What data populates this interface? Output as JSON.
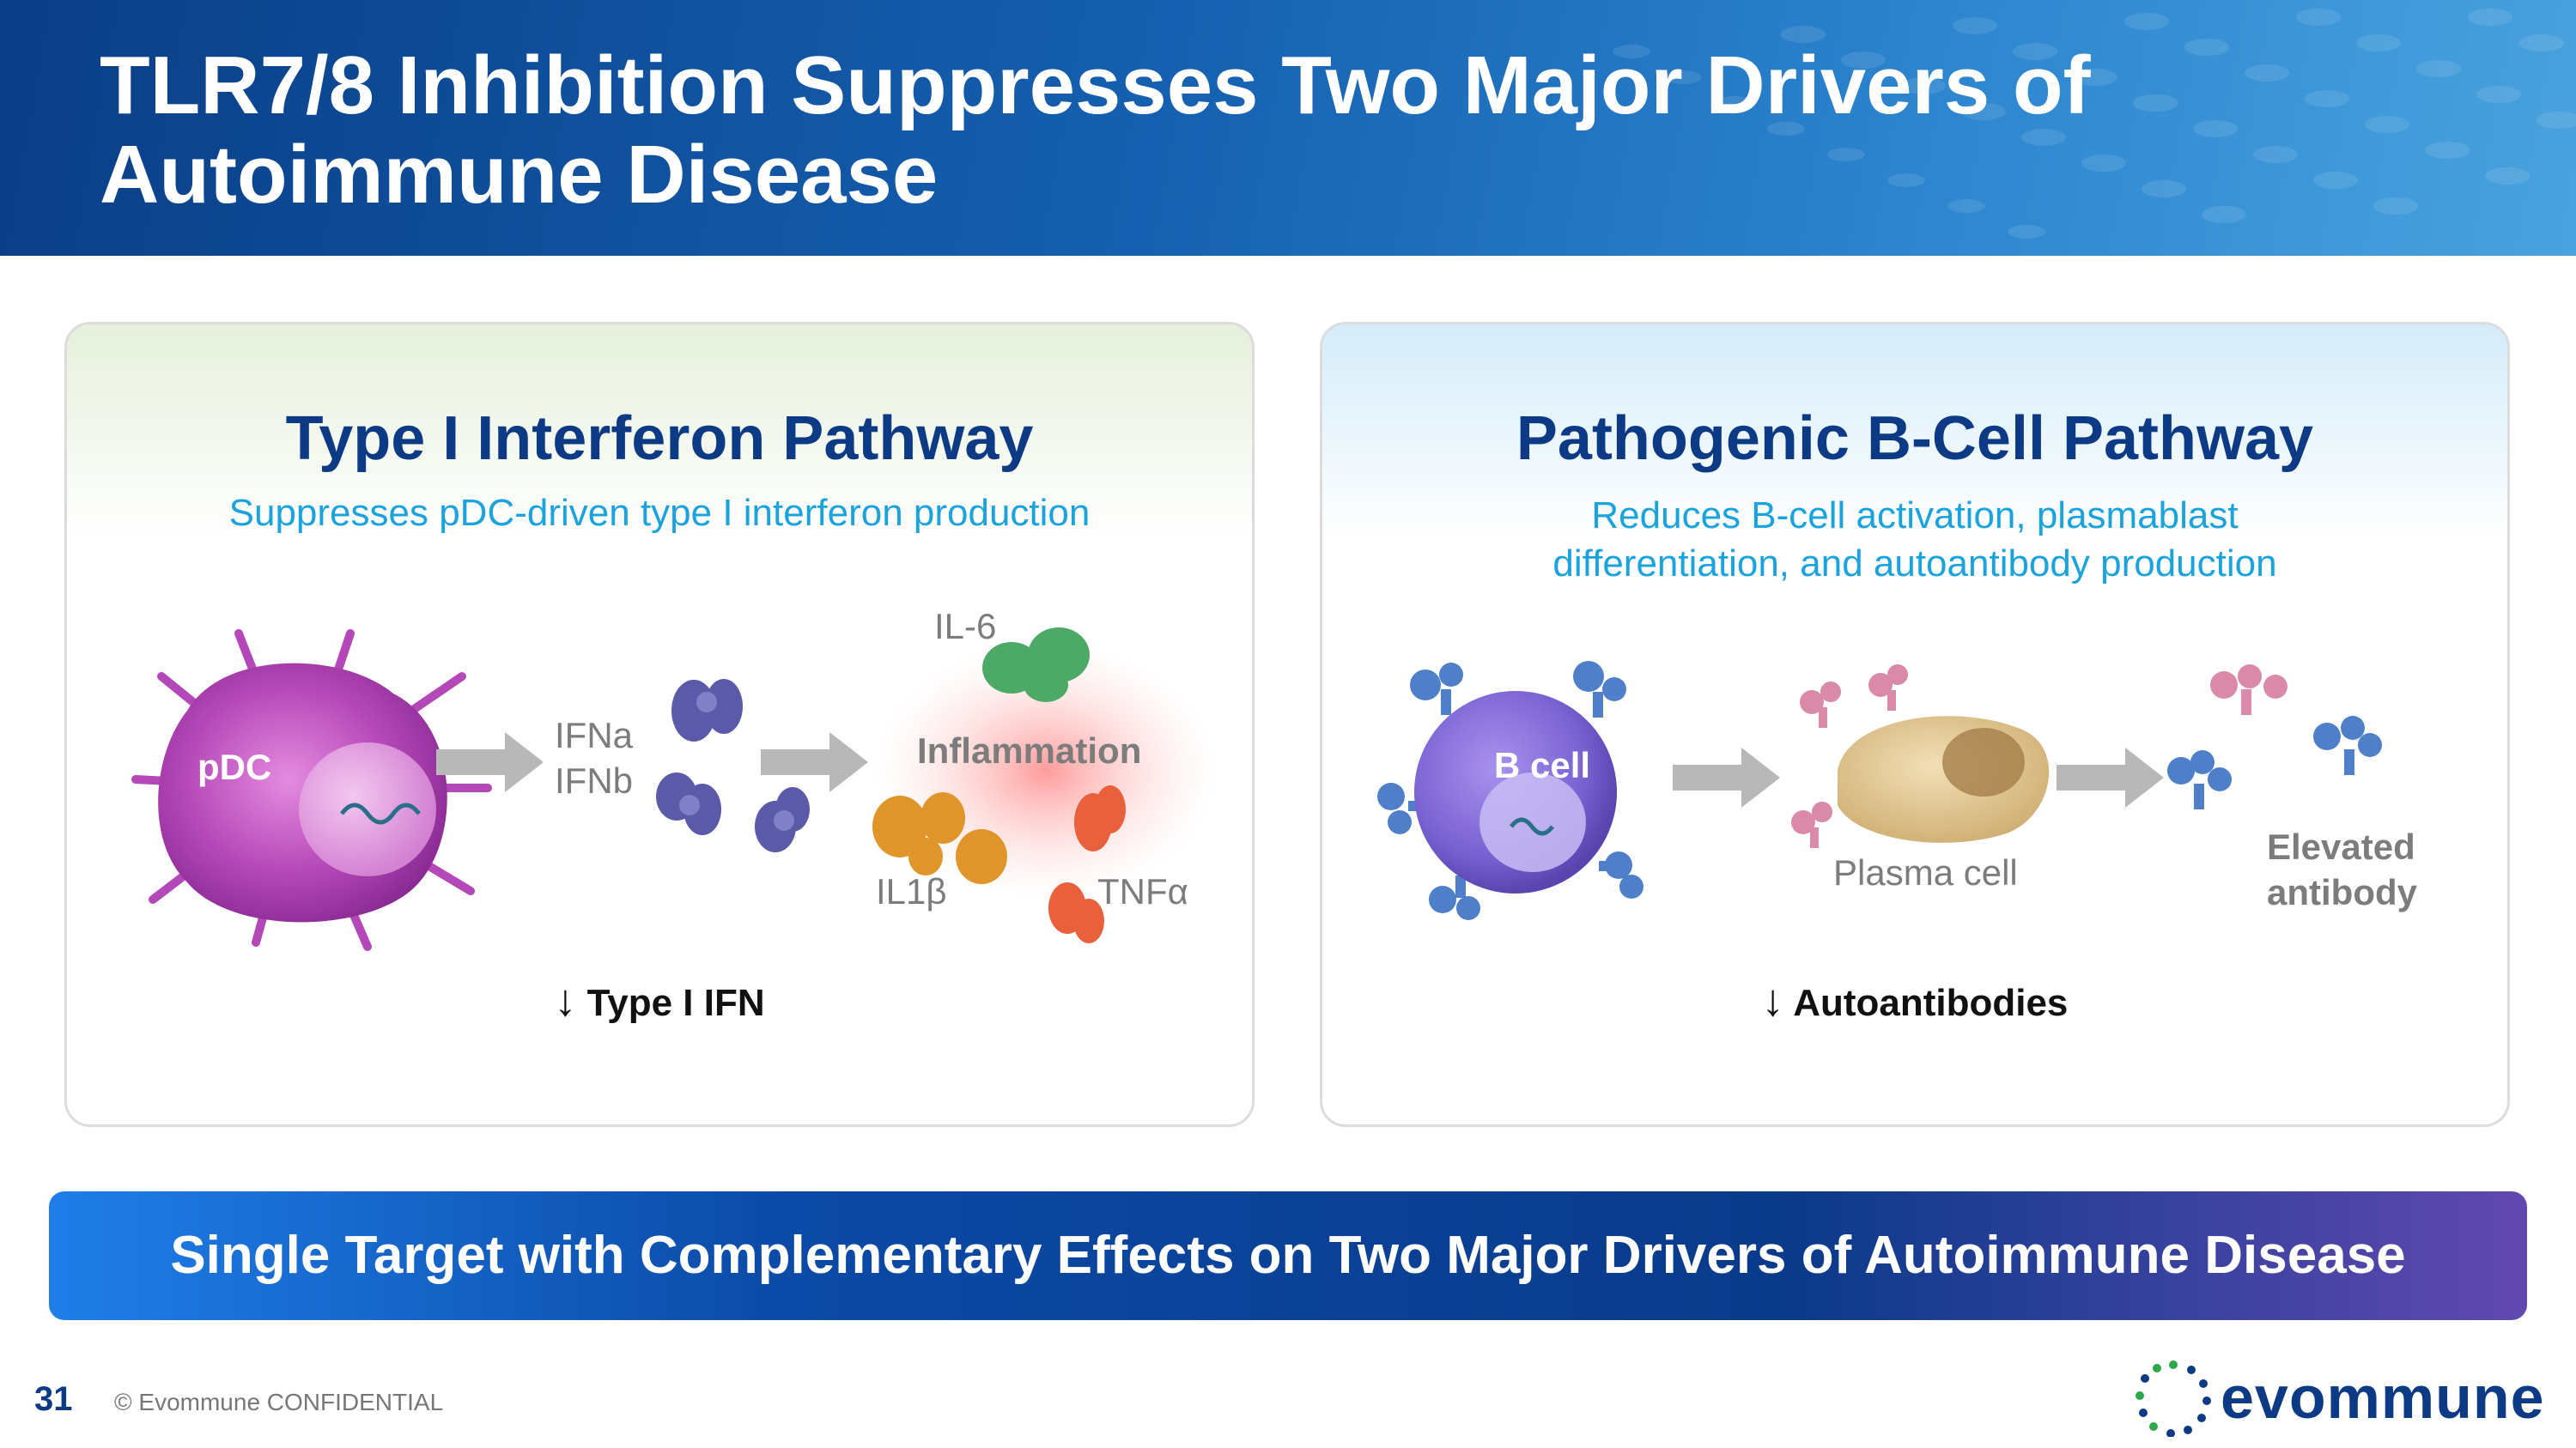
{
  "title": "TLR7/8 Inhibition Suppresses Two Major Drivers of Autoimmune Disease",
  "left_panel": {
    "title": "Type I Interferon Pathway",
    "subtitle": "Suppresses pDC-driven type I interferon production",
    "cell_label": "pDC",
    "ifn_a": "IFNa",
    "ifn_b": "IFNb",
    "il6": "IL-6",
    "inflammation": "Inflammation",
    "il1b": "IL1β",
    "tnfa": "TNFα",
    "result_arrow": "↓",
    "result": "Type I IFN"
  },
  "right_panel": {
    "title": "Pathogenic B-Cell Pathway",
    "subtitle_line1": "Reduces B-cell activation, plasmablast",
    "subtitle_line2": "differentiation, and autoantibody production",
    "cell_label": "B cell",
    "plasma_cell": "Plasma cell",
    "elevated_line1": "Elevated",
    "elevated_line2": "antibody",
    "result_arrow": "↓",
    "result": "Autoantibodies"
  },
  "banner": "Single Target with Complementary Effects on Two Major Drivers of Autoimmune Disease",
  "footer": {
    "page_number": "31",
    "confidential": "© Evommune CONFIDENTIAL",
    "logo_text": "evommune"
  },
  "colors": {
    "title_blue": "#0c3a84",
    "subtitle_cyan": "#1ba3dd",
    "pdc_magenta": "#b040b8",
    "bcell_purple": "#7a62d2",
    "antibody_blue": "#4f7fc8",
    "antibody_pink": "#d88aa8"
  }
}
